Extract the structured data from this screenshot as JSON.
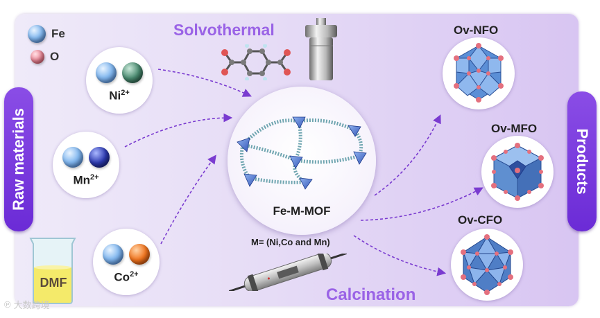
{
  "legend": {
    "fe": "Fe",
    "o": "O"
  },
  "sides": {
    "left": "Raw materials",
    "right": "Products"
  },
  "steps": {
    "solvothermal": "Solvothermal",
    "calcination": "Calcination"
  },
  "metals": {
    "ni": {
      "symbol": "Ni",
      "charge": "2+"
    },
    "mn": {
      "symbol": "Mn",
      "charge": "2+"
    },
    "co": {
      "symbol": "Co",
      "charge": "2+"
    }
  },
  "solvent": "DMF",
  "mof": {
    "name": "Fe-M-MOF",
    "subtitle": "M= (Ni,Co and Mn)"
  },
  "products": [
    "Ov-NFO",
    "Ov-MFO",
    "Ov-CFO"
  ],
  "watermark": "大数跨境",
  "colors": {
    "accent": "#7c3fe0",
    "title": "#9a63e6",
    "arrow": "#7a3bd0"
  }
}
